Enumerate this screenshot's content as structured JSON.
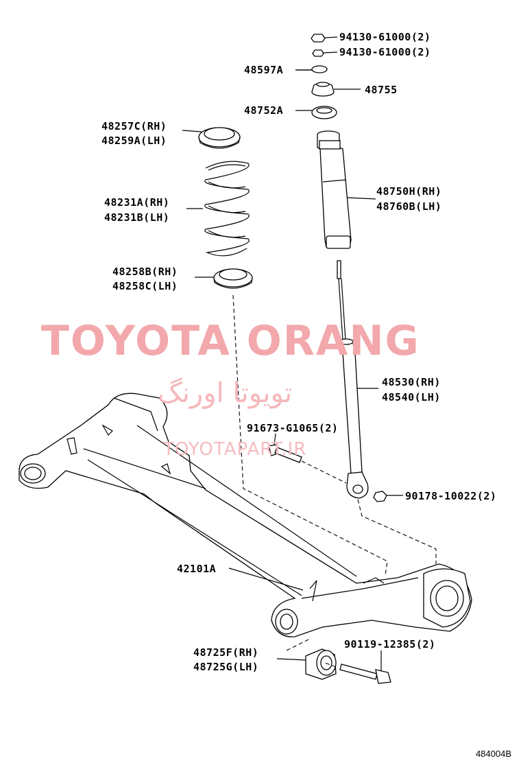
{
  "labels": {
    "nut1": "94130-61000(2)",
    "nut2": "94130-61000(2)",
    "washer": "48597A",
    "bushing_upper": "48755",
    "seat_upper": "48752A",
    "spring_insulator_upper_rh": "48257C(RH)",
    "spring_insulator_upper_lh": "48259A(LH)",
    "coil_spring_rh": "48231A(RH)",
    "coil_spring_lh": "48231B(LH)",
    "bump_stopper_rh": "48750H(RH)",
    "bump_stopper_lh": "48760B(LH)",
    "spring_insulator_lower_rh": "48258B(RH)",
    "spring_insulator_lower_lh": "48258C(LH)",
    "absorber_rh": "48530(RH)",
    "absorber_lh": "48540(LH)",
    "bolt_absorber": "91673-G1065(2)",
    "nut_absorber": "90178-10022(2)",
    "axle_beam": "42101A",
    "bushing_beam_rh": "48725F(RH)",
    "bushing_beam_lh": "48725G(LH)",
    "bolt_beam": "90119-12385(2)"
  },
  "watermark": {
    "brand": "TOYOTA ORANG",
    "persian": "تویوتا اورنگ",
    "url": "TOYOTAPART.IR"
  },
  "diagram_code": "484004B"
}
